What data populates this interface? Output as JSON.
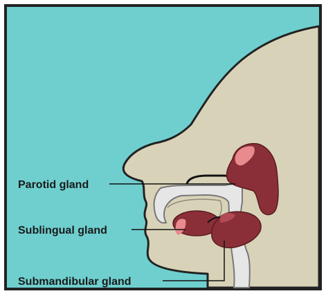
{
  "labels": {
    "parotid": "Parotid gland",
    "sublingual": "Sublingual gland",
    "submandibular": "Submandibular gland"
  },
  "colors": {
    "background": "#6fcfcf",
    "skin": "#d8d3b8",
    "outline": "#222222",
    "gland": "#8a2f38",
    "gland_highlight": "#e98a8f",
    "airway": "#e6e6e6"
  }
}
